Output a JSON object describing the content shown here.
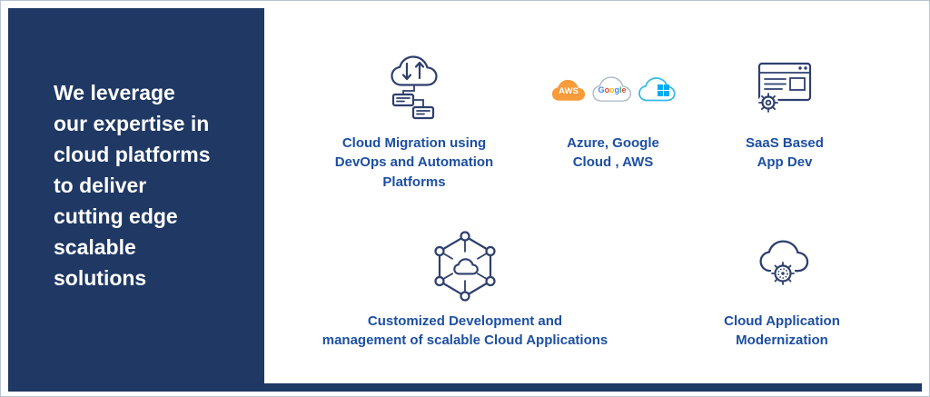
{
  "theme": {
    "panel_navy": "#1f3864",
    "label_blue": "#1d4fa1",
    "icon_navy": "#2e3f6e",
    "aws_orange": "#f79b3b",
    "azure_cyan": "#36b9ea",
    "windows_blue": "#00adef"
  },
  "left_panel": {
    "text": "We leverage\nour expertise in\ncloud platforms\nto deliver\ncutting edge\nscalable\nsolutions"
  },
  "grid": {
    "items": [
      {
        "icon": "cloud-migration-devops-icon",
        "label": "Cloud Migration using\nDevOps and Automation\nPlatforms"
      },
      {
        "icon": "cloud-vendor-logos-icon",
        "label": "Azure, Google\nCloud , AWS"
      },
      {
        "icon": "saas-app-window-gear-icon",
        "label": "SaaS Based\nApp Dev"
      },
      {
        "icon": "hexagon-cloud-network-icon",
        "label": "Customized Development and\nmanagement of scalable Cloud Applications"
      },
      {
        "icon": "cloud-gear-modernization-icon",
        "label": "Cloud Application\nModernization"
      }
    ],
    "vendor_logos": {
      "aws_label": "AWS",
      "google_label": "Google",
      "google_colors": [
        "#4285F4",
        "#EA4335",
        "#FBBC05",
        "#4285F4",
        "#34A853",
        "#EA4335"
      ]
    }
  }
}
